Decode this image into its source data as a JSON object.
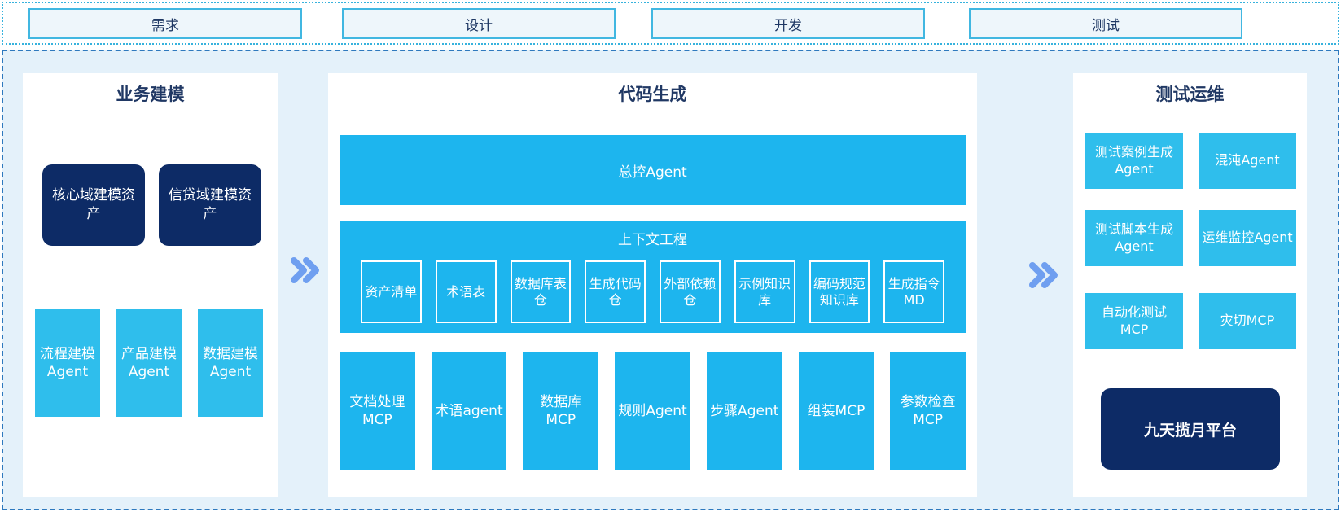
{
  "colors": {
    "cyan": "#1DB5EE",
    "cyan_light": "#2FBEEC",
    "navy": "#0D2B66",
    "canvas_bg": "#E4F1FA",
    "strip_border_dotted": "#36B2DD",
    "main_border_dashed": "#2E79BE",
    "phase_box_bg": "#EEF6FB",
    "phase_box_border": "#41B7E1",
    "title_text": "#203864",
    "chevron": "#6F9FF0"
  },
  "phases": [
    "需求",
    "设计",
    "开发",
    "测试"
  ],
  "left_panel": {
    "title": "业务建模",
    "asset_boxes": [
      "核心域建模资产",
      "信贷域建模资产"
    ],
    "agent_boxes": [
      "流程建模Agent",
      "产品建模Agent",
      "数据建模Agent"
    ]
  },
  "middle_panel": {
    "title": "代码生成",
    "master_agent": "总控Agent",
    "context_section": {
      "title": "上下文工程",
      "items": [
        "资产清单",
        "术语表",
        "数据库表仓",
        "生成代码仓",
        "外部依赖仓",
        "示例知识库",
        "编码规范知识库",
        "生成指令MD"
      ]
    },
    "agents": [
      "文档处理MCP",
      "术语agent",
      "数据库MCP",
      "规则Agent",
      "步骤Agent",
      "组装MCP",
      "参数检查MCP"
    ]
  },
  "right_panel": {
    "title": "测试运维",
    "grid_boxes": [
      "测试案例生成Agent",
      "混沌Agent",
      "测试脚本生成Agent",
      "运维监控Agent",
      "自动化测试MCP",
      "灾切MCP"
    ],
    "platform": "九天揽月平台"
  }
}
